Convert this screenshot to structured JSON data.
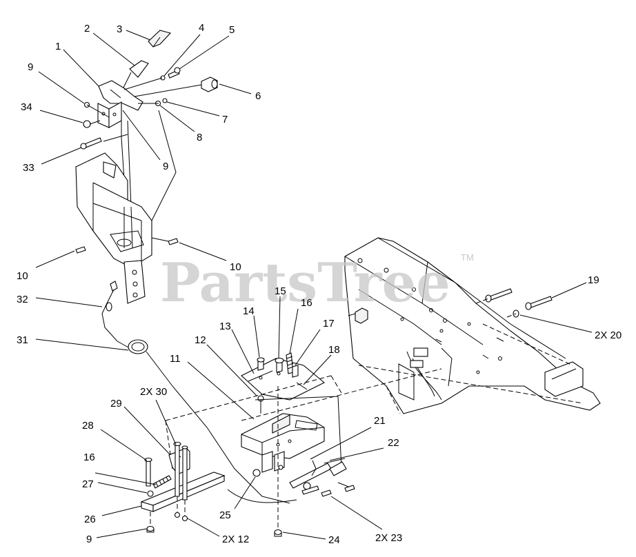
{
  "watermark": {
    "text": "PartsTree",
    "trademark": "TM"
  },
  "callouts": [
    {
      "id": "c1",
      "label": "1"
    },
    {
      "id": "c2",
      "label": "2"
    },
    {
      "id": "c3",
      "label": "3"
    },
    {
      "id": "c4",
      "label": "4"
    },
    {
      "id": "c5",
      "label": "5"
    },
    {
      "id": "c6",
      "label": "6"
    },
    {
      "id": "c7",
      "label": "7"
    },
    {
      "id": "c8",
      "label": "8"
    },
    {
      "id": "c9a",
      "label": "9"
    },
    {
      "id": "c9b",
      "label": "9"
    },
    {
      "id": "c9c",
      "label": "9"
    },
    {
      "id": "c34",
      "label": "34"
    },
    {
      "id": "c33",
      "label": "33"
    },
    {
      "id": "c10a",
      "label": "10"
    },
    {
      "id": "c10b",
      "label": "10"
    },
    {
      "id": "c32",
      "label": "32"
    },
    {
      "id": "c31",
      "label": "31"
    },
    {
      "id": "c11",
      "label": "11"
    },
    {
      "id": "c12",
      "label": "12"
    },
    {
      "id": "c13",
      "label": "13"
    },
    {
      "id": "c14",
      "label": "14"
    },
    {
      "id": "c15",
      "label": "15"
    },
    {
      "id": "c16a",
      "label": "16"
    },
    {
      "id": "c16b",
      "label": "16"
    },
    {
      "id": "c17",
      "label": "17"
    },
    {
      "id": "c18",
      "label": "18"
    },
    {
      "id": "c19",
      "label": "19"
    },
    {
      "id": "c20",
      "label": "2X 20"
    },
    {
      "id": "c21",
      "label": "21"
    },
    {
      "id": "c22",
      "label": "22"
    },
    {
      "id": "c23",
      "label": "2X 23"
    },
    {
      "id": "c24",
      "label": "24"
    },
    {
      "id": "c25",
      "label": "25"
    },
    {
      "id": "c26",
      "label": "26"
    },
    {
      "id": "c27",
      "label": "27"
    },
    {
      "id": "c28",
      "label": "28"
    },
    {
      "id": "c29",
      "label": "29"
    },
    {
      "id": "c30",
      "label": "2X 30"
    },
    {
      "id": "c12b",
      "label": "2X 12"
    }
  ]
}
